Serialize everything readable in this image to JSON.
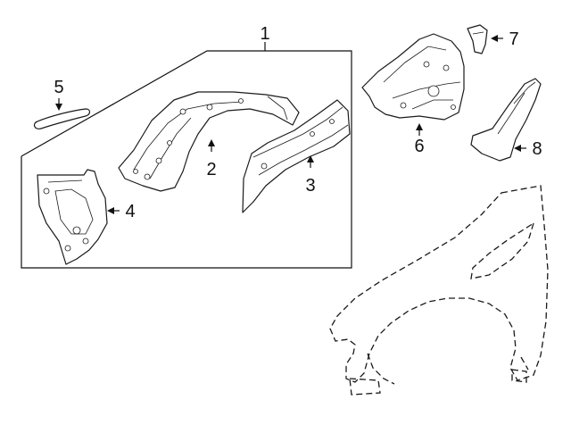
{
  "callouts": {
    "c1": "1",
    "c2": "2",
    "c3": "3",
    "c4": "4",
    "c5": "5",
    "c6": "6",
    "c7": "7",
    "c8": "8"
  },
  "colors": {
    "line": "#1a1a1a",
    "background": "#ffffff"
  }
}
